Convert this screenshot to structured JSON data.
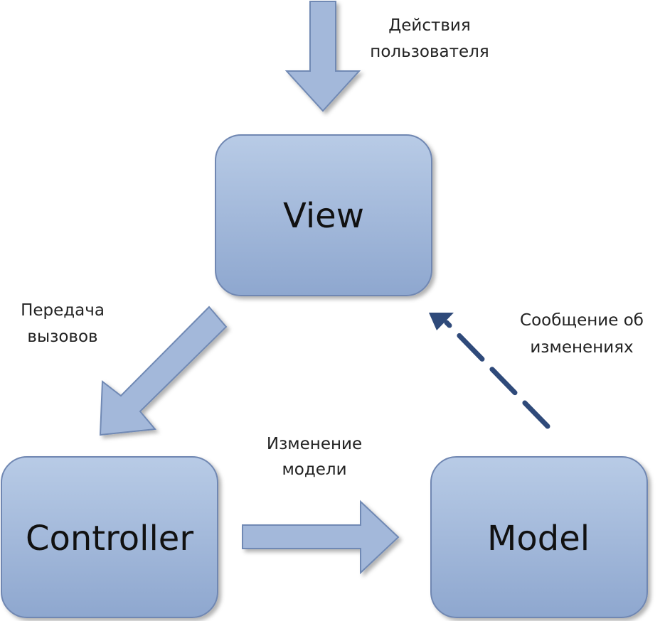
{
  "diagram": {
    "nodes": {
      "view": {
        "label": "View"
      },
      "controller": {
        "label": "Controller"
      },
      "model": {
        "label": "Model"
      }
    },
    "annotations": {
      "user_actions": {
        "line1": "Действия",
        "line2": "пользователя"
      },
      "call_transfer": {
        "line1": "Передача",
        "line2": "вызовов"
      },
      "model_change": {
        "line1": "Изменение",
        "line2": "модели"
      },
      "change_notification": {
        "line1": "Сообщение об",
        "line2": "изменениях"
      }
    },
    "colors": {
      "box_fill_top": "#b3c6e2",
      "box_fill_bottom": "#8fa8cf",
      "box_stroke": "#6f87b2",
      "arrow_fill": "#a3b8da",
      "arrow_stroke": "#7089b4",
      "dashed_arrow": "#2f4a7a"
    }
  }
}
